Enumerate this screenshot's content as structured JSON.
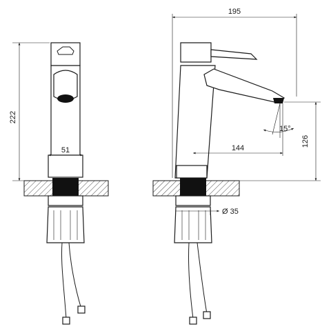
{
  "dimensions": {
    "total_height": "222",
    "base_width": "51",
    "total_length": "195",
    "reach": "144",
    "spout_height": "126",
    "hole_diameter": "Ø 35",
    "spout_angle": "15°"
  },
  "colors": {
    "line": "#1a1a1a",
    "solid": "#111111",
    "background": "#ffffff"
  }
}
